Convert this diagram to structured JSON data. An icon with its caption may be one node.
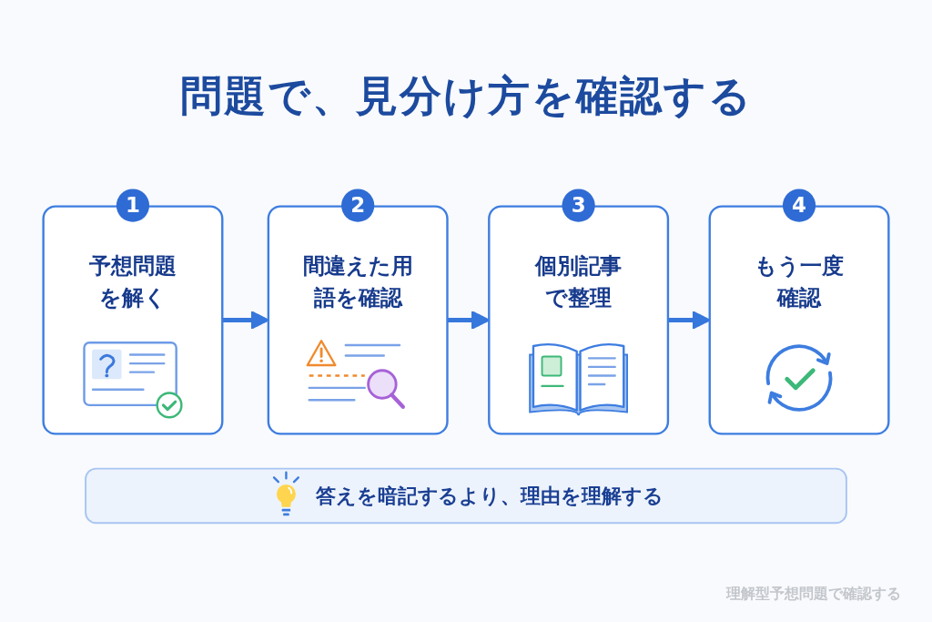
{
  "diagram": {
    "title": "問題で、見分け方を確認する",
    "nodes": [
      {
        "text": [
          "1",
          "予想問題を解く"
        ]
      },
      {
        "text": [
          "2",
          "間違えた用語を確認"
        ]
      },
      {
        "text": [
          "3",
          "個別記事で整理"
        ]
      },
      {
        "text": [
          "4",
          "もう一度確認"
        ]
      },
      {
        "text": [
          "答えを暗記するより、理由を理解する"
        ]
      }
    ],
    "edges": [
      {
        "from": 0,
        "to": 1,
        "arrow": "to"
      },
      {
        "from": 1,
        "to": 2,
        "arrow": "to"
      },
      {
        "from": 2,
        "to": 3,
        "arrow": "to"
      }
    ],
    "caption": "理解型予想問題で確認する"
  }
}
